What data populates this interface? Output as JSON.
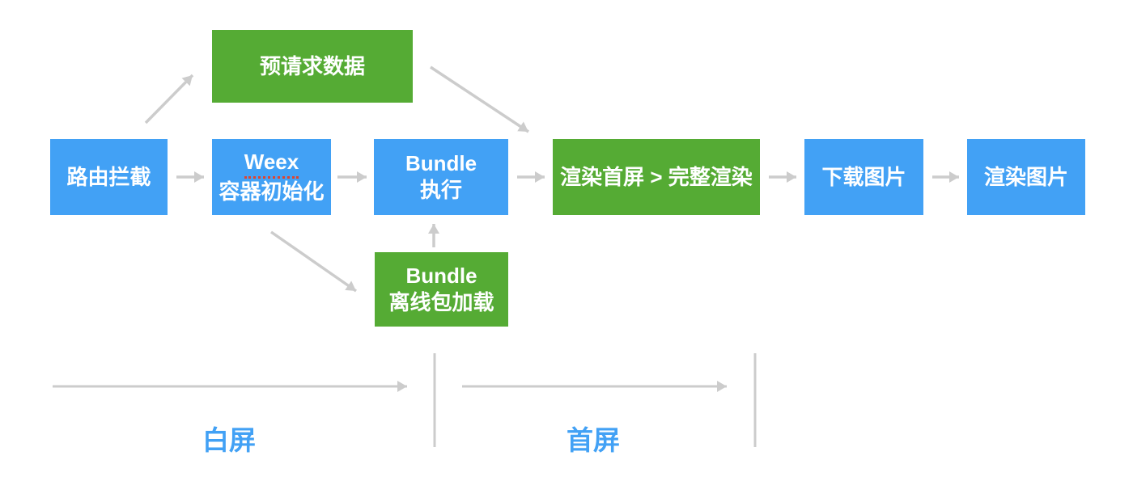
{
  "diagram": {
    "nodes": {
      "prefetch": {
        "label": "预请求数据",
        "type": "green"
      },
      "route": {
        "label": "路由拦截",
        "type": "blue"
      },
      "weex": {
        "line1": "Weex",
        "line2": "容器初始化",
        "type": "blue"
      },
      "bundle_exec": {
        "line1": "Bundle",
        "line2": "执行",
        "type": "blue"
      },
      "bundle_offline": {
        "line1": "Bundle",
        "line2": "离线包加载",
        "type": "green"
      },
      "render_first": {
        "label": "渲染首屏 > 完整渲染",
        "type": "green"
      },
      "download_img": {
        "label": "下载图片",
        "type": "blue"
      },
      "render_img": {
        "label": "渲染图片",
        "type": "blue"
      }
    },
    "timeline": {
      "white_screen_label": "白屏",
      "first_screen_label": "首屏"
    },
    "colors": {
      "node_blue": "#42a1f5",
      "node_green": "#55ab34",
      "arrow_gray": "#cccccc",
      "label_blue": "#42a1f5",
      "spellcheck_red": "#e0442e"
    }
  }
}
